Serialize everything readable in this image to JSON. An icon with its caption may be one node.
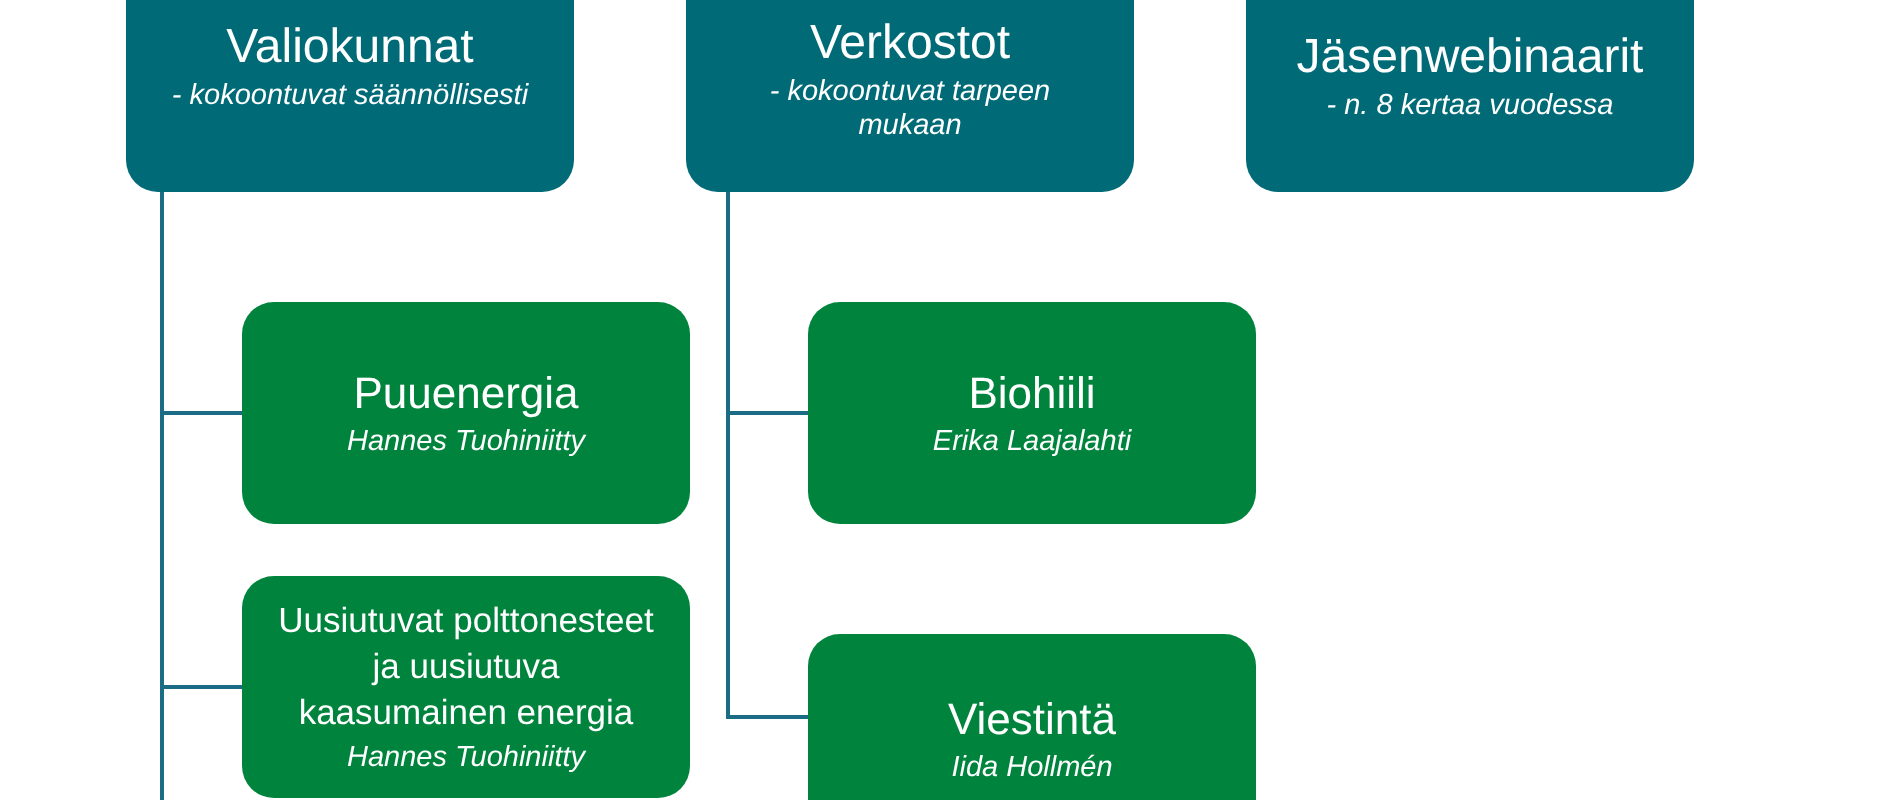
{
  "diagram": {
    "nodes": [
      {
        "text": [
          "Valiokunnat",
          "- kokoontuvat säännöllisesti"
        ]
      },
      {
        "text": [
          "Verkostot",
          "- kokoontuvat tarpeen mukaan"
        ]
      },
      {
        "text": [
          "Jäsenwebinaarit",
          "- n. 8 kertaa vuodessa"
        ]
      },
      {
        "text": [
          "Puuenergia",
          "Hannes Tuohiniitty"
        ]
      },
      {
        "text": [
          "Biohiili",
          "Erika Laajalahti"
        ]
      },
      {
        "text": [
          "Uusiutuvat polttonesteet ja uusiutuva kaasumainen energia",
          "Hannes Tuohiniitty"
        ]
      },
      {
        "text": [
          "Viestintä",
          "Iida Hollmén"
        ]
      }
    ],
    "edges": [
      {
        "from": 0,
        "to": 3,
        "arrow": "none"
      },
      {
        "from": 0,
        "to": 5,
        "arrow": "none"
      },
      {
        "from": 1,
        "to": 4,
        "arrow": "none"
      },
      {
        "from": 1,
        "to": 6,
        "arrow": "none"
      }
    ]
  }
}
